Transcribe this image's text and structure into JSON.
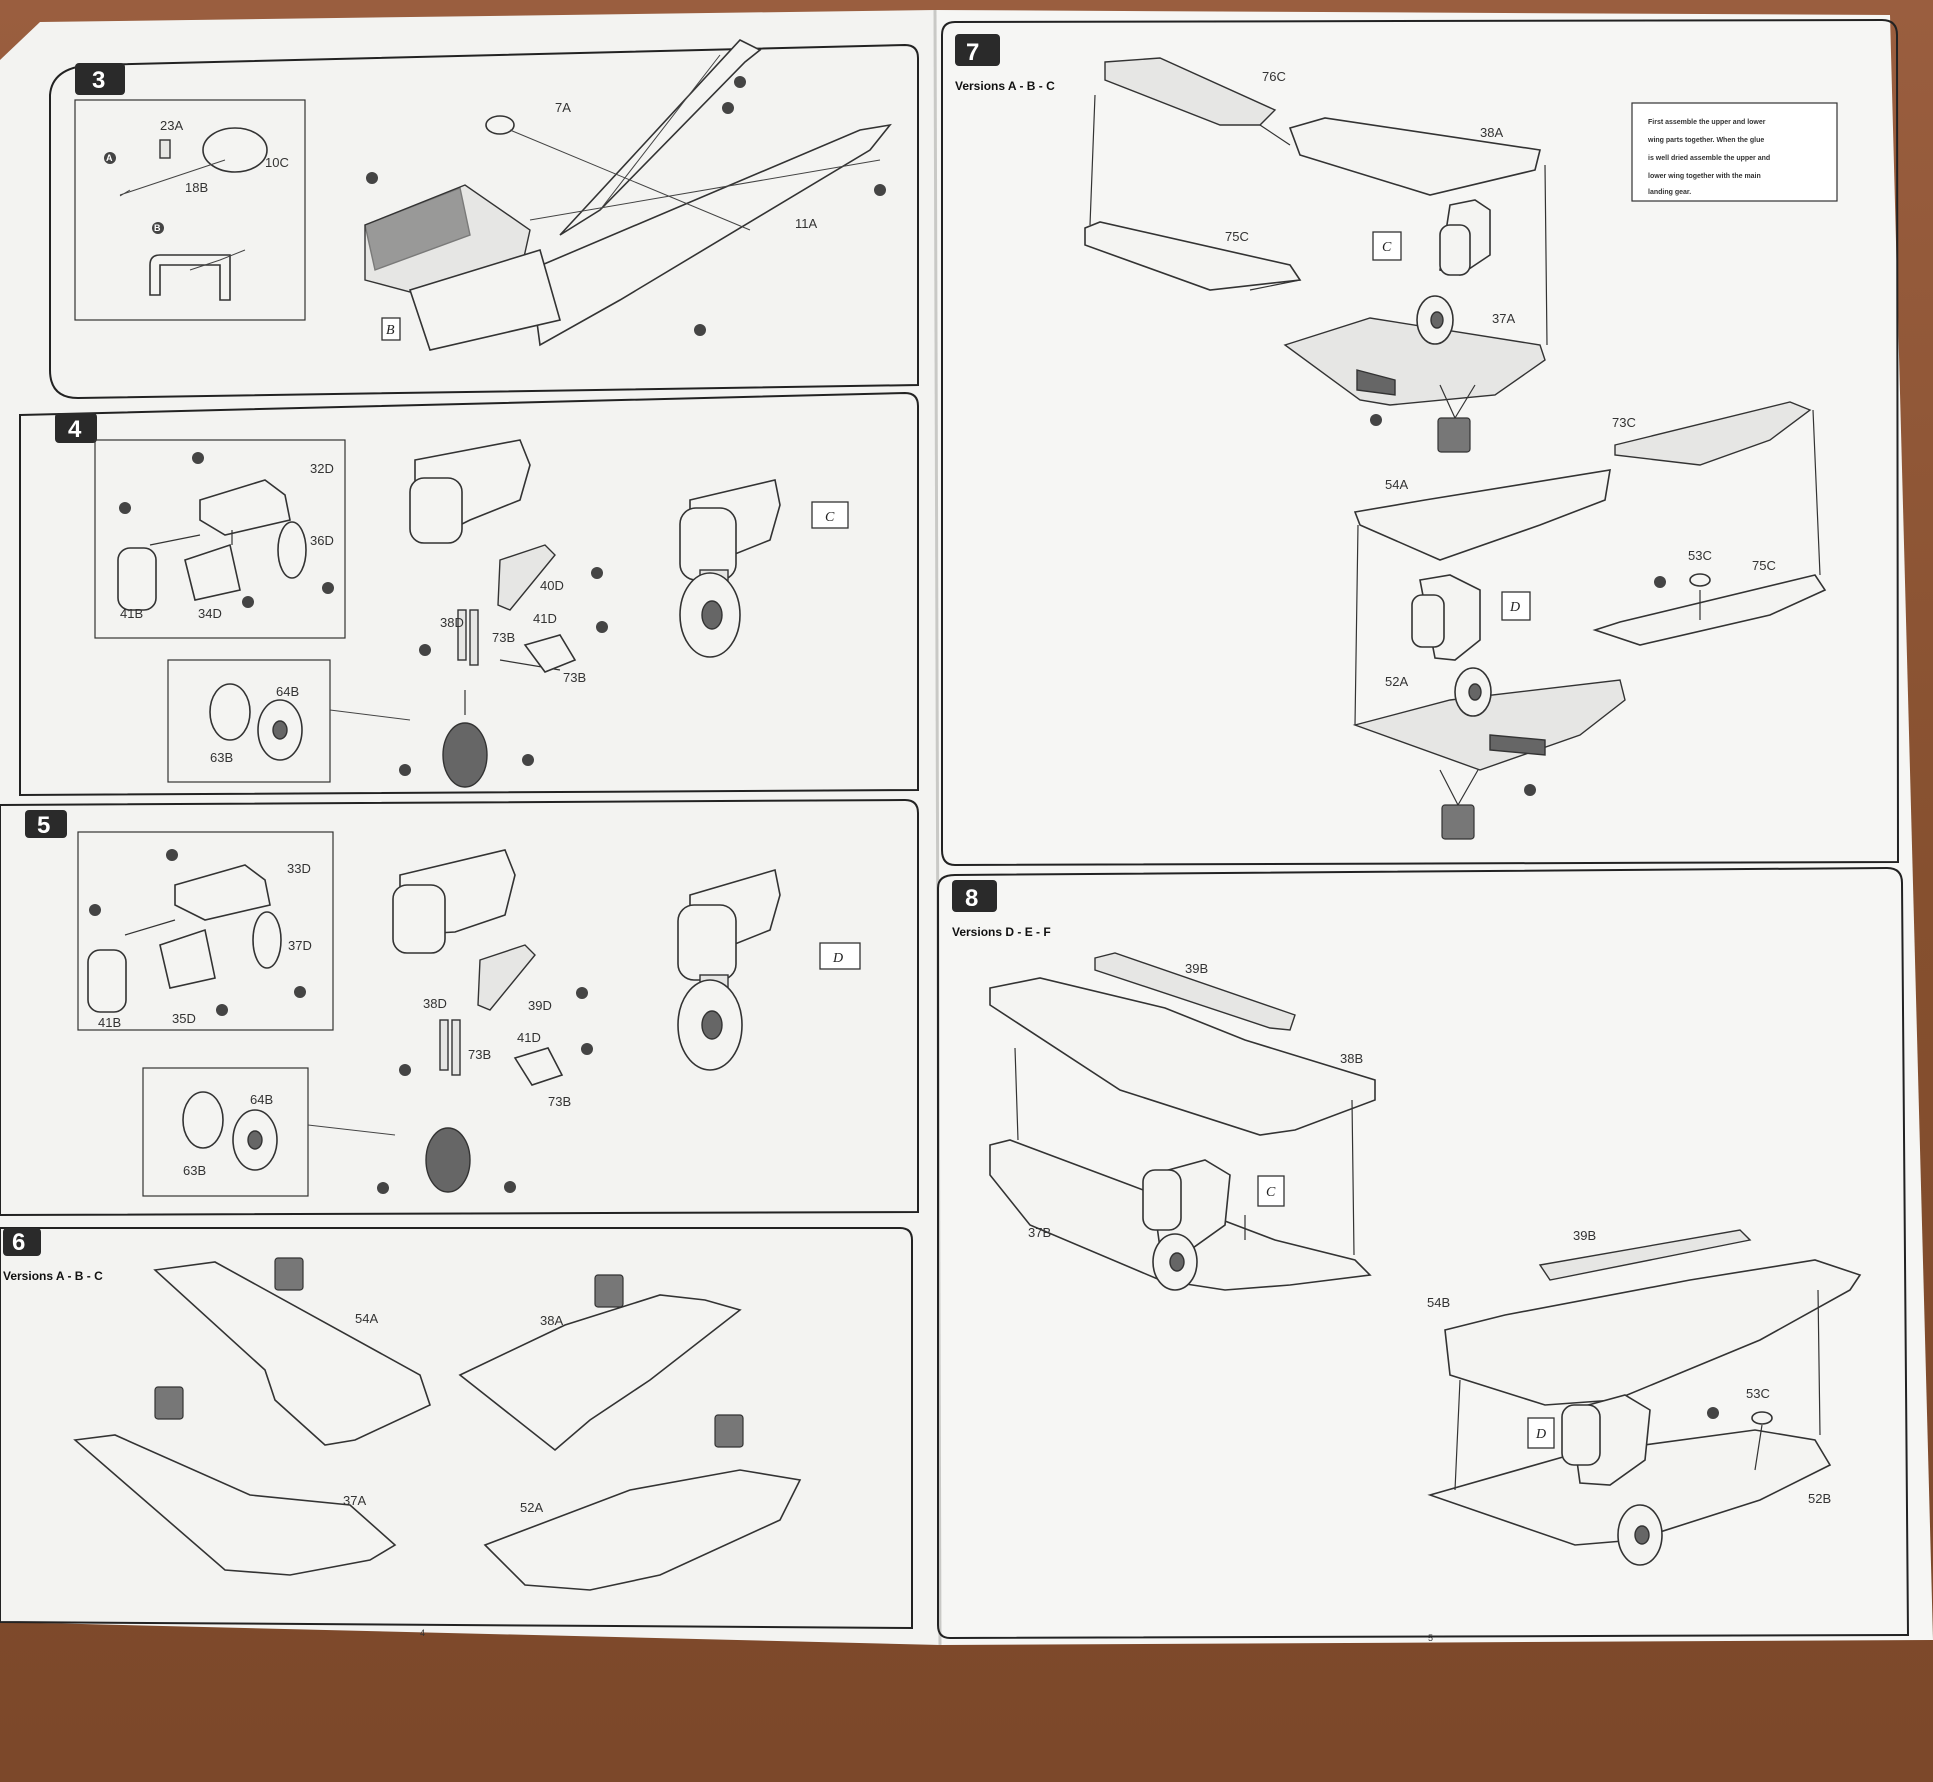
{
  "pages": {
    "left_page_number": "4",
    "right_page_number": "5"
  },
  "steps": [
    {
      "number": "3",
      "versions": "",
      "labels": [
        "23A",
        "10C",
        "18B",
        "7A",
        "11A"
      ],
      "sub_assembly_box": "B"
    },
    {
      "number": "4",
      "versions": "",
      "labels": [
        "32D",
        "36D",
        "34D",
        "41B",
        "38D",
        "40D",
        "41D",
        "73B",
        "73B",
        "64B",
        "63B"
      ],
      "sub_assembly_box": "C"
    },
    {
      "number": "5",
      "versions": "",
      "labels": [
        "33D",
        "37D",
        "35D",
        "41B",
        "38D",
        "39D",
        "41D",
        "73B",
        "73B",
        "64B",
        "63B"
      ],
      "sub_assembly_box": "D"
    },
    {
      "number": "6",
      "versions": "Versions A - B - C",
      "labels": [
        "54A",
        "38A",
        "37A",
        "52A"
      ]
    },
    {
      "number": "7",
      "versions": "Versions A - B - C",
      "labels": [
        "76C",
        "38A",
        "75C",
        "37A",
        "73C",
        "54A",
        "53C",
        "75C",
        "52A"
      ],
      "boxes": [
        "C",
        "D"
      ],
      "note": [
        "First assemble the upper and lower",
        "wing parts together. When the glue",
        "is well dried assemble the upper and",
        "lower wing together with the main",
        "landing gear."
      ]
    },
    {
      "number": "8",
      "versions": "Versions D - E - F",
      "labels": [
        "39B",
        "38B",
        "37B",
        "39B",
        "54B",
        "53C",
        "52B"
      ],
      "boxes": [
        "C",
        "D"
      ]
    }
  ],
  "callout_letters": {
    "a": "A",
    "b": "B",
    "c": "C"
  }
}
